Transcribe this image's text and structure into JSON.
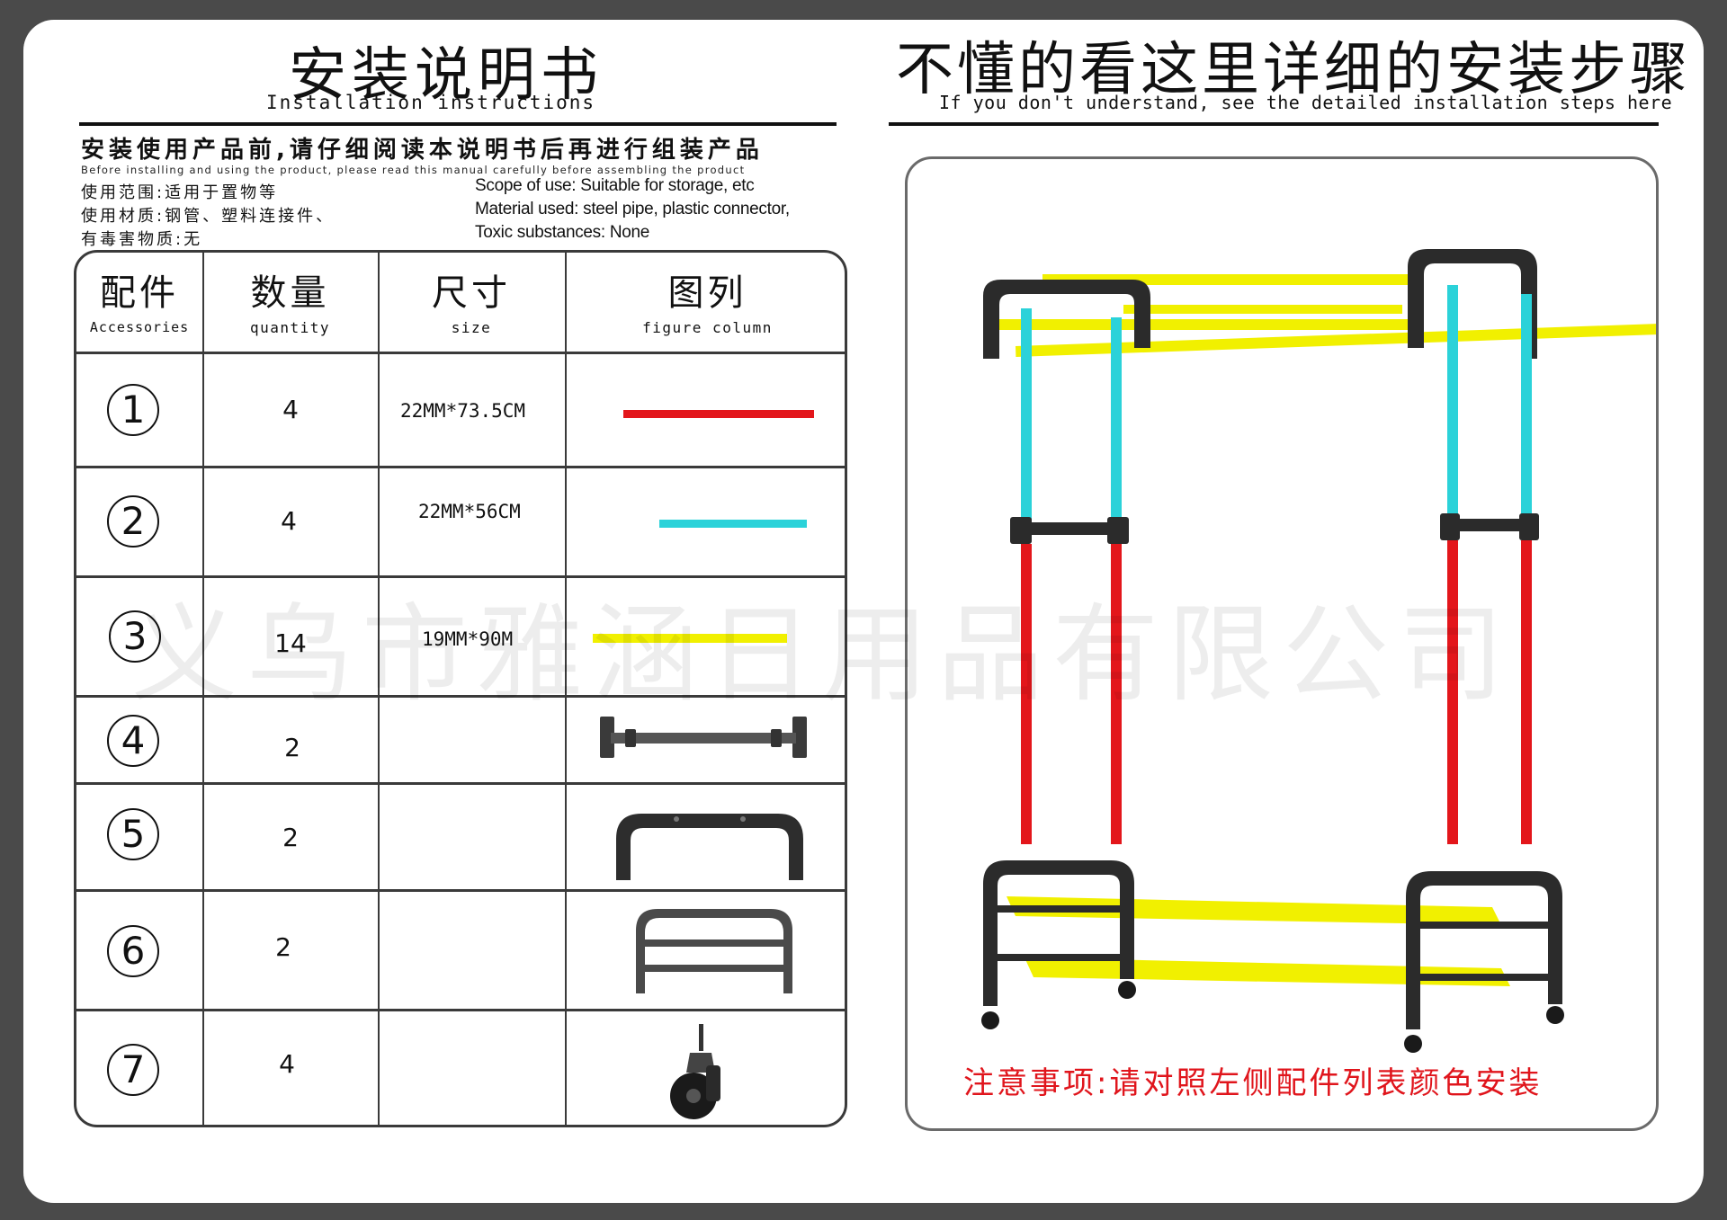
{
  "header_left": {
    "title_cn": "安装说明书",
    "title_en": "Installation instructions"
  },
  "header_right": {
    "title_cn": "不懂的看这里详细的安装步骤",
    "title_en": "If you don't understand, see the detailed installation steps here"
  },
  "intro": {
    "cn": "安装使用产品前,请仔细阅读本说明书后再进行组装产品",
    "en": "Before installing and using the product, please read this manual carefully before assembling the product"
  },
  "specs": {
    "scope_cn": "使用范围:适用于置物等",
    "material_cn": "使用材质:钢管、塑料连接件、",
    "toxic_cn": "有毒害物质:无",
    "scope_en": "Scope of use: Suitable for storage, etc",
    "material_en": "Material used: steel pipe, plastic connector,",
    "toxic_en": "Toxic substances: None"
  },
  "table": {
    "headers": [
      {
        "cn": "配件",
        "en": "Accessories"
      },
      {
        "cn": "数量",
        "en": "quantity"
      },
      {
        "cn": "尺寸",
        "en": "size"
      },
      {
        "cn": "图列",
        "en": "figure column"
      }
    ],
    "rows": [
      {
        "num": "1",
        "qty": "4",
        "size": "22MM*73.5CM",
        "figure": "red-tube"
      },
      {
        "num": "2",
        "qty": "4",
        "size": "22MM*56CM",
        "figure": "cyan-tube"
      },
      {
        "num": "3",
        "qty": "14",
        "size": "19MM*90M",
        "figure": "yellow-tube"
      },
      {
        "num": "4",
        "qty": "2",
        "size": "",
        "figure": "middle-connector-bar"
      },
      {
        "num": "5",
        "qty": "2",
        "size": "",
        "figure": "top-arch-connector"
      },
      {
        "num": "6",
        "qty": "2",
        "size": "",
        "figure": "base-frame"
      },
      {
        "num": "7",
        "qty": "4",
        "size": "",
        "figure": "caster-wheel"
      }
    ]
  },
  "colors": {
    "red": "#e3161b",
    "cyan": "#2bd2d9",
    "yellow": "#f1f000",
    "black": "#2b2b2b",
    "note": "#e0151c"
  },
  "watermark": "义乌市雅涵日用品有限公司",
  "note": "注意事项:请对照左侧配件列表颜色安装"
}
